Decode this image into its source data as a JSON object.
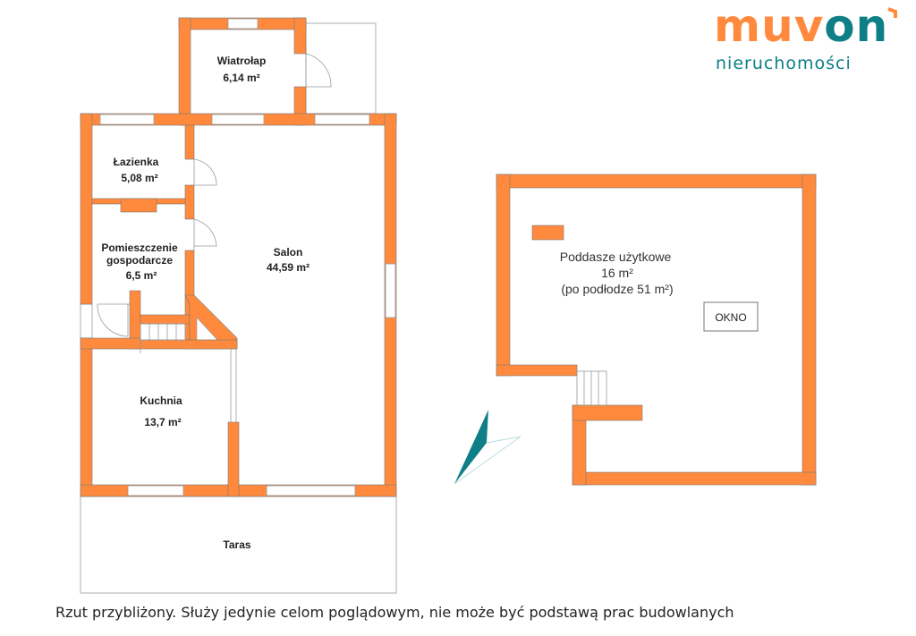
{
  "logo": {
    "brand_part1": "muv",
    "brand_part2": "on",
    "subtitle": "nieruchomości",
    "colors": {
      "orange": "#ff8a3d",
      "teal": "#0e7f86"
    }
  },
  "ground_floor": {
    "rooms": [
      {
        "name": "Wiatrołap",
        "area": "6,14 m²"
      },
      {
        "name": "Łazienka",
        "area": "5,08 m²"
      },
      {
        "name_line1": "Pomieszczenie",
        "name_line2": "gospodarcze",
        "area": "6,5 m²"
      },
      {
        "name": "Salon",
        "area": "44,59 m²"
      },
      {
        "name": "Kuchnia",
        "area": "13,7 m²"
      },
      {
        "name": "Taras"
      }
    ]
  },
  "attic": {
    "title": "Poddasze użytkowe",
    "area": "16 m²",
    "floor_area": "(po podłodze 51 m²)",
    "window_label": "OKNO"
  },
  "caption": "Rzut przybliżony. Służy jedynie celom poglądowym, nie może być podstawą prac budowlanych"
}
